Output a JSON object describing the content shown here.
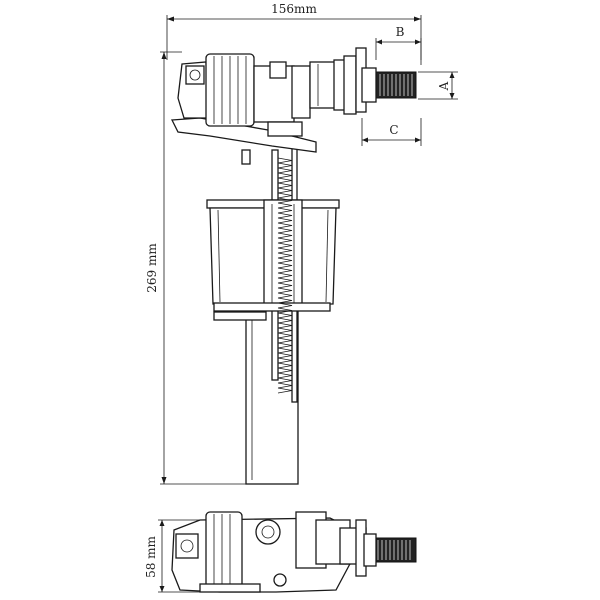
{
  "dimensions": {
    "width": "156mm",
    "height": "269 mm",
    "side_height": "58 mm",
    "label_a": "A",
    "label_b": "B",
    "label_c": "C"
  },
  "colors": {
    "line": "#1a1a1a",
    "background": "#ffffff"
  }
}
